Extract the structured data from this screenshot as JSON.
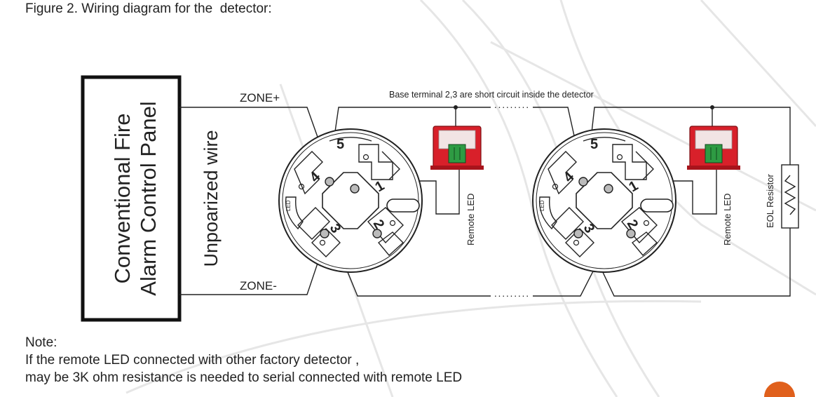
{
  "figure": {
    "title": "Figure 2. Wiring diagram for the  detector:"
  },
  "panel": {
    "line1": "Conventional  Fire",
    "line2": "Alarm Control  Panel"
  },
  "wire_label": "Unpoarized  wire",
  "zone_plus": "ZONE+",
  "zone_minus": "ZONE-",
  "short_note": "Base  terminal  2,3  are  short  circuit  inside  the  detector",
  "dots": "·········",
  "bases": [
    {
      "t1": "1",
      "t2": "2",
      "t3": "3",
      "t4": "4",
      "t5": "5",
      "led": "LED"
    },
    {
      "t1": "1",
      "t2": "2",
      "t3": "3",
      "t4": "4",
      "t5": "5",
      "led": "LED"
    }
  ],
  "remote_led": [
    "Remote LED",
    "Remote LED"
  ],
  "eol": "EOL Resistor",
  "note": {
    "heading": "Note:",
    "line1": "If the remote LED connected with other factory detector ,",
    "line2": "may be 3K ohm resistance is needed to serial connected with remote LED"
  },
  "colors": {
    "device_red": "#d8202a",
    "terminal_green": "#2e9b43",
    "line": "#222222",
    "watermark": "#e6e6e6"
  }
}
